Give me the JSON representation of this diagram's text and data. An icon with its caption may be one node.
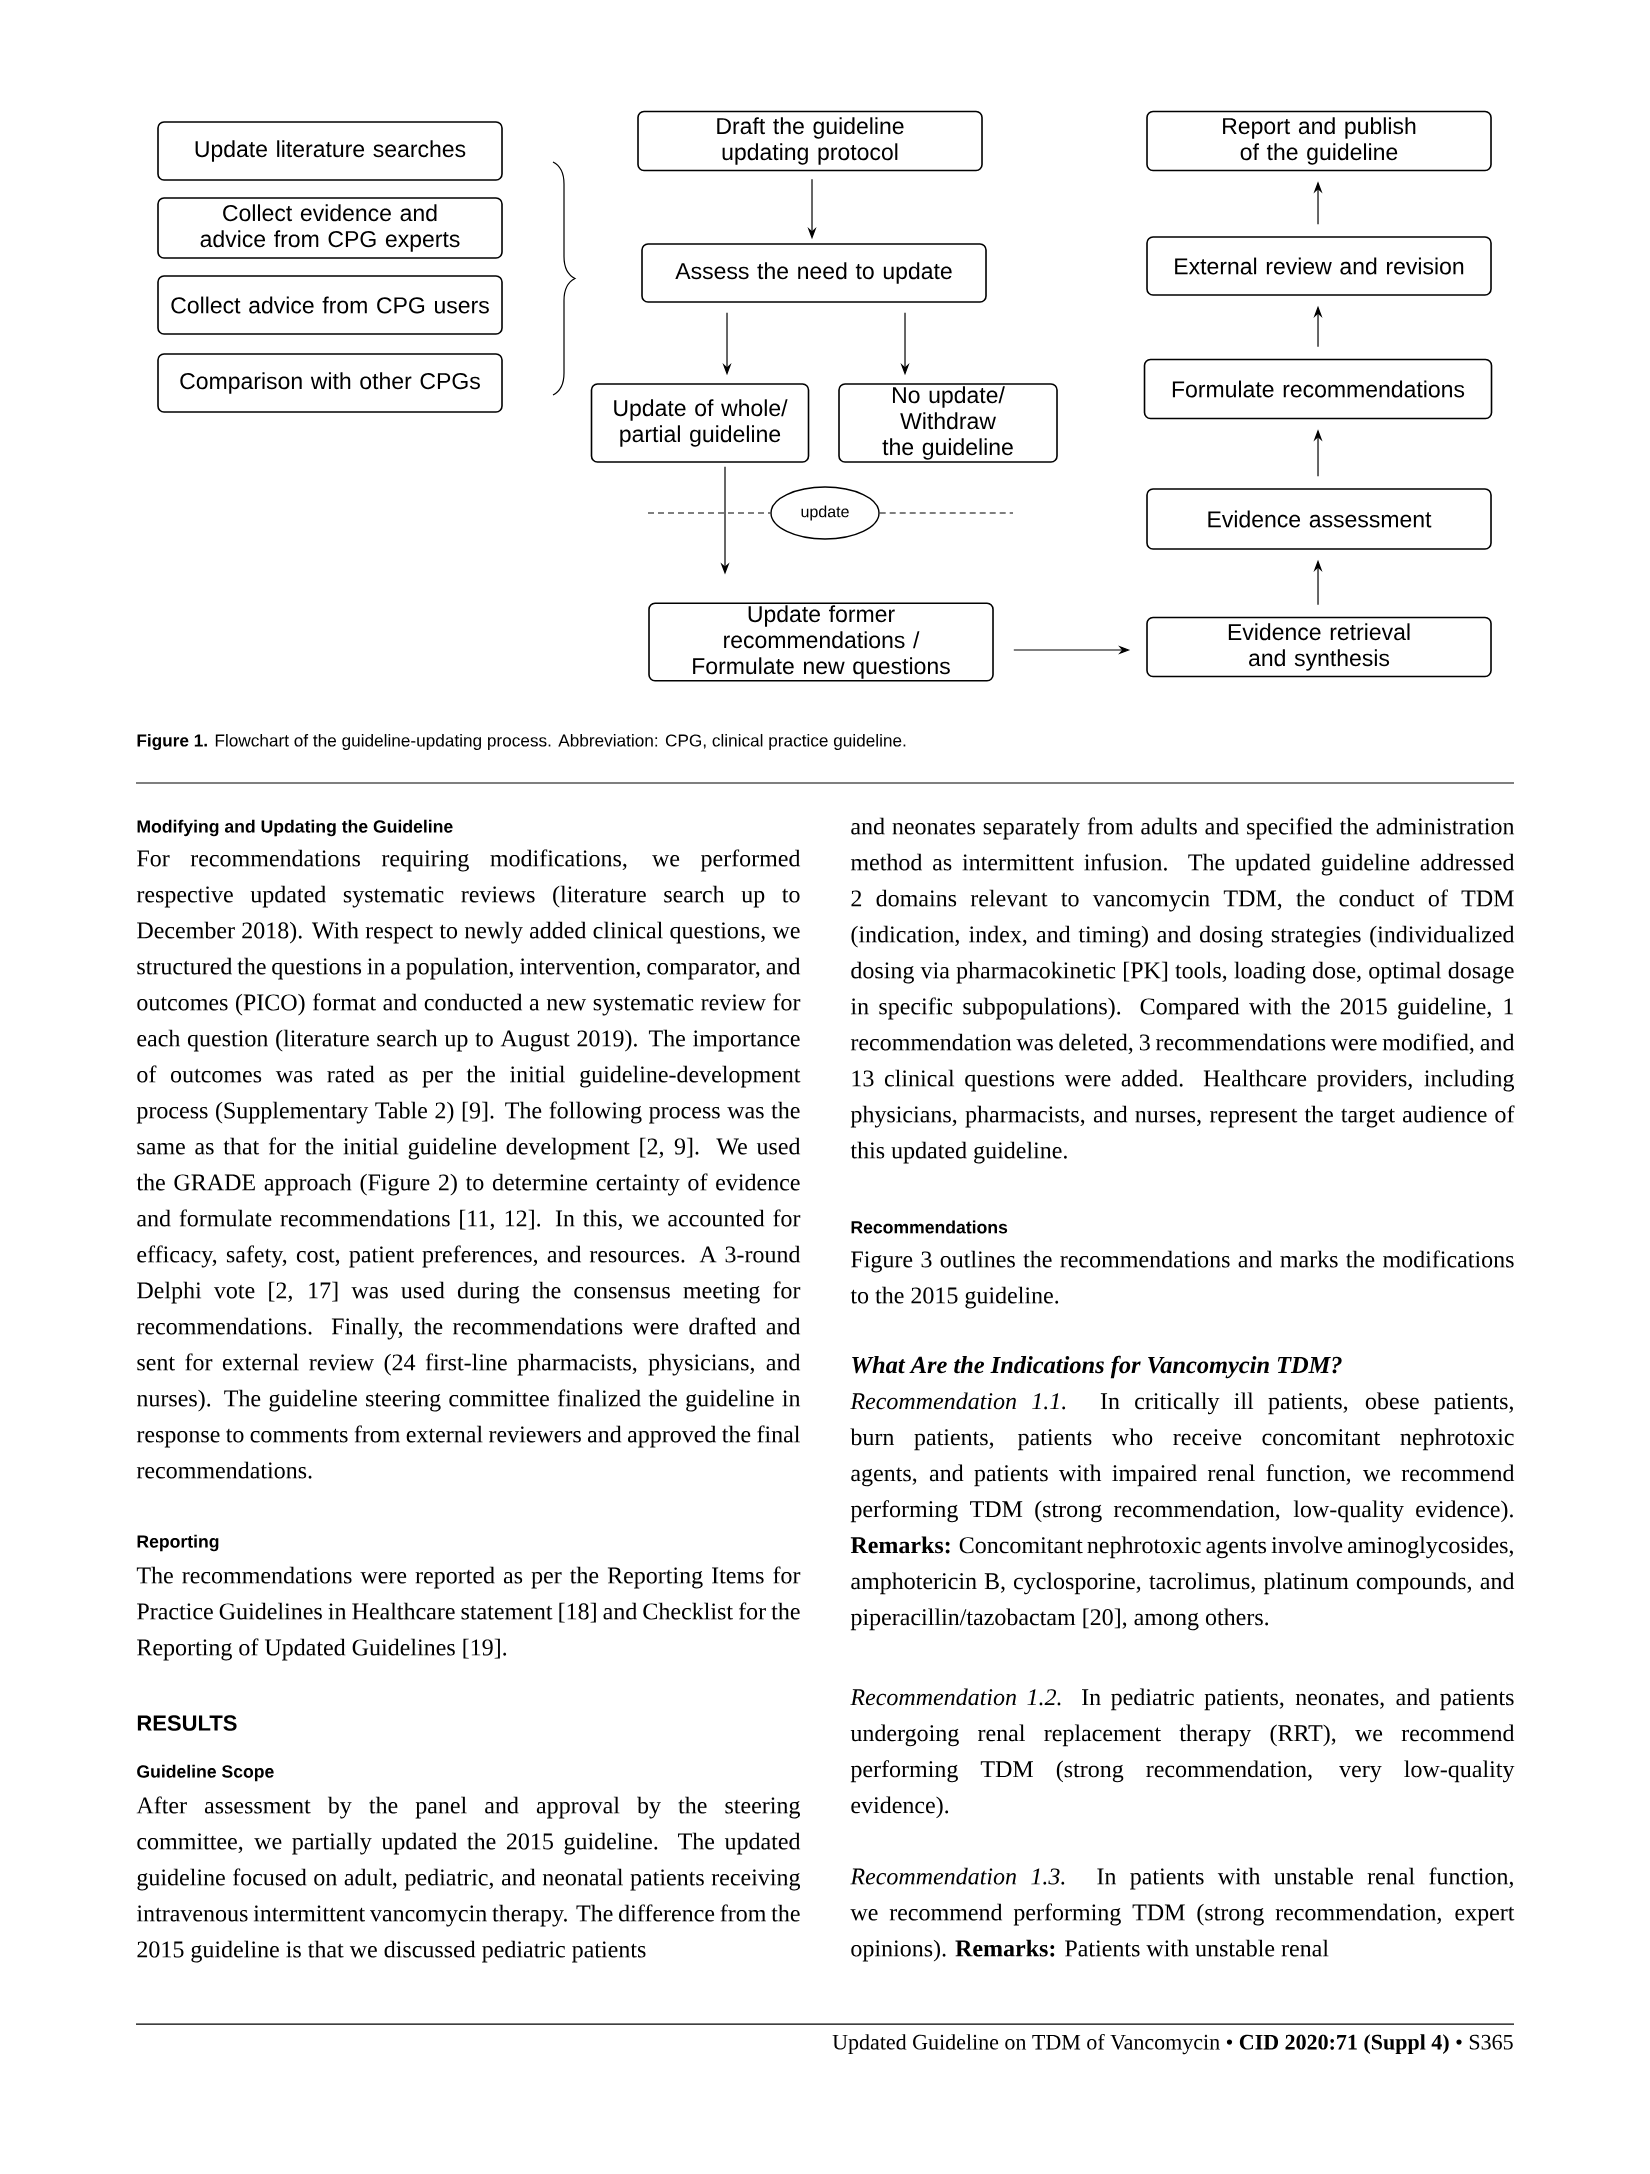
{
  "diagram": {
    "caption": "**Figure 1.** Flowchart of the guideline-updating process. Abbreviation: CPG, clinical practice guideline.",
    "nodes": [
      {
        "text": [
          "Update literature searches"
        ]
      },
      {
        "text": [
          "Collect evidence and advice from CPG experts"
        ]
      },
      {
        "text": [
          "Collect advice from CPG users"
        ]
      },
      {
        "text": [
          "Comparison with other CPGs"
        ]
      },
      {
        "text": [
          "Draft the guideline updating protocol"
        ]
      },
      {
        "text": [
          "Assess the need to update"
        ]
      },
      {
        "text": [
          "Update of whole/ partial guideline"
        ]
      },
      {
        "text": [
          "No update/ Withdraw the guideline"
        ]
      },
      {
        "text": [
          "update"
        ]
      },
      {
        "text": [
          "Update former recommendations / Formulate new questions"
        ]
      },
      {
        "text": [
          "Report and publish of the guideline"
        ]
      },
      {
        "text": [
          "External review and revision"
        ]
      },
      {
        "text": [
          "Formulate recommendations"
        ]
      },
      {
        "text": [
          "Evidence assessment"
        ]
      },
      {
        "text": [
          "Evidence retrieval and synthesis"
        ]
      }
    ],
    "edges": [
      {
        "from": 4,
        "to": 5,
        "arrow": "to"
      },
      {
        "from": 5,
        "to": 6,
        "arrow": "to"
      },
      {
        "from": 5,
        "to": 7,
        "arrow": "to"
      },
      {
        "from": 6,
        "to": 9,
        "arrow": "to"
      },
      {
        "from": 9,
        "to": 14,
        "arrow": "to"
      },
      {
        "from": 14,
        "to": 13,
        "arrow": "to"
      },
      {
        "from": 13,
        "to": 12,
        "arrow": "to"
      },
      {
        "from": 12,
        "to": 11,
        "arrow": "to"
      },
      {
        "from": 11,
        "to": 10,
        "arrow": "to"
      },
      {
        "from": null,
        "to": 8,
        "arrow": "none",
        "style": "dashed"
      },
      {
        "from": 8,
        "to": null,
        "arrow": "none",
        "style": "dashed"
      }
    ],
    "labels": [
      "Modifying and Updating the Guideline",
      "For recommendations requiring modifications, we performed respective updated systematic reviews (literature search up to December 2018). With respect to newly added clinical questions, we structured the questions in a population, intervention, comparator, and outcomes (PICO) format and conducted a new systematic review for each question (literature search up to August 2019). The importance of outcomes was rated as per the initial guideline-development process (Supplementary Table 2) [9]. The following process was the same as that for the initial guideline development [2, 9]. We used the GRADE approach (Figure 2) to determine certainty of evidence and formulate recommendations [11, 12]. In this, we accounted for efficacy, safety, cost, patient preferences, and resources. A 3-round Delphi vote [2, 17] was used during the consensus meeting for recommendations. Finally, the recommendations were drafted and sent for external review (24 first-line pharmacists, physicians, and nurses). The guideline steering committee finalized the guideline in response to comments from external reviewers and approved the final recommendations.",
      "Reporting",
      "The recommendations were reported as per the Reporting Items for Practice Guidelines in Healthcare statement [18] and Checklist for the Reporting of Updated Guidelines [19].",
      "RESULTS",
      "Guideline Scope",
      "After assessment by the panel and approval by the steering committee, we partially updated the 2015 guideline. The updated guideline focused on adult, pediatric, and neonatal patients receiving intravenous intermittent vancomycin therapy. The difference from the 2015 guideline is that we discussed pediatric patients",
      "and neonates separately from adults and specified the administration method as intermittent infusion. The updated guideline addressed 2 domains relevant to vancomycin TDM, the conduct of TDM (indication, index, and timing) and dosing strategies (individualized dosing via pharmacokinetic [PK] tools, loading dose, optimal dosage in specific subpopulations). Compared with the 2015 guideline, 1 recommendation was deleted, 3 recommendations were modified, and 13 clinical questions were added. Healthcare providers, including physicians, pharmacists, and nurses, represent the target audience of this updated guideline.",
      "Recommendations",
      "Figure 3 outlines the recommendations and marks the modifications to the 2015 guideline.",
      "What Are the Indications for Vancomycin TDM?",
      "*Recommendation 1.1.* In critically ill patients, obese patients, burn patients, patients who receive concomitant nephrotoxic agents, and patients with impaired renal function, we recommend performing TDM (strong recommendation, low-quality evidence). **Remarks:** Concomitant nephrotoxic agents involve aminoglycosides, amphotericin B, cyclosporine, tacrolimus, platinum compounds, and piperacillin/tazobactam [20], among others.",
      "*Recommendation 1.2.* In pediatric patients, neonates, and patients undergoing renal replacement therapy (RRT), we recommend performing TDM (strong recommendation, very low-quality evidence).",
      "*Recommendation 1.3.* In patients with unstable renal function, we recommend performing TDM (strong recommendation, expert opinions). **Remarks:** Patients with unstable renal",
      "Updated Guideline on TDM of Vancomycin • **CID 2020:71 (Suppl 4)** • S365"
    ]
  }
}
